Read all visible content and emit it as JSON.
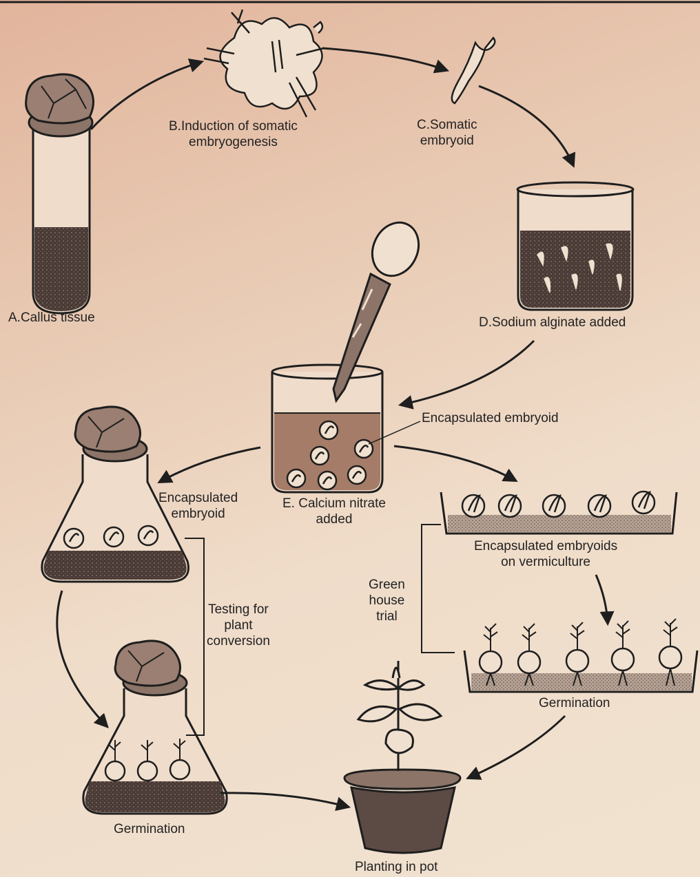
{
  "labels": {
    "a": "A.Callus tissue",
    "b": [
      "B.Induction of somatic",
      "embryogenesis"
    ],
    "c": [
      "C.Somatic",
      "embryoid"
    ],
    "d": "D.Sodium alginate added",
    "e": [
      "E. Calcium nitrate",
      "added"
    ],
    "encap_beaker": "Encapsulated embryoid",
    "encap_flask": [
      "Encapsulated",
      "embryoid"
    ],
    "testing": [
      "Testing for",
      "plant",
      "conversion"
    ],
    "greenhouse": [
      "Green",
      "house",
      "trial"
    ],
    "vermiculture": [
      "Encapsulated embryoids",
      "on vermiculture"
    ],
    "germination_tray": "Germination",
    "germination_flask": "Germination",
    "pot": "Planting in pot"
  },
  "colors": {
    "ink": "#1e1e1e",
    "medium": "#4a3b36",
    "liquid": "#a57c68",
    "cap": "#8c7468",
    "paper": "#f0e0cf"
  }
}
